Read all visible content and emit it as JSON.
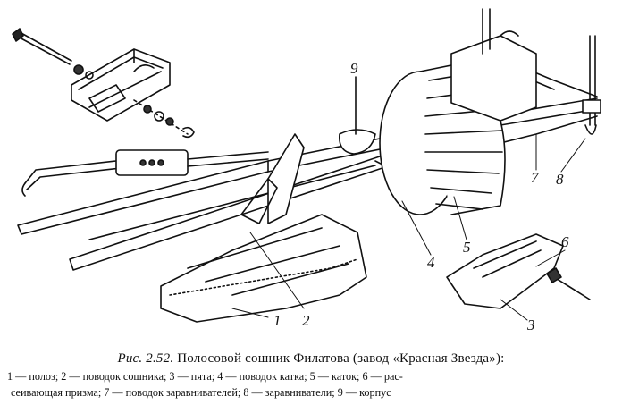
{
  "figure": {
    "callouts": [
      "1",
      "2",
      "3",
      "4",
      "5",
      "6",
      "7",
      "8",
      "9"
    ]
  },
  "caption": {
    "figure_number": "Рис. 2.52.",
    "title": "Полосовой сошник Филатова (завод «Красная Звезда»):"
  },
  "legend": {
    "line1": "1 — полоз; 2 — поводок сошника; 3 — пята; 4 — поводок катка; 5 — каток; 6 — рас-",
    "line2": "сеивающая призма; 7 — поводок заравнивателей; 8 — заравниватели; 9 — корпус"
  }
}
